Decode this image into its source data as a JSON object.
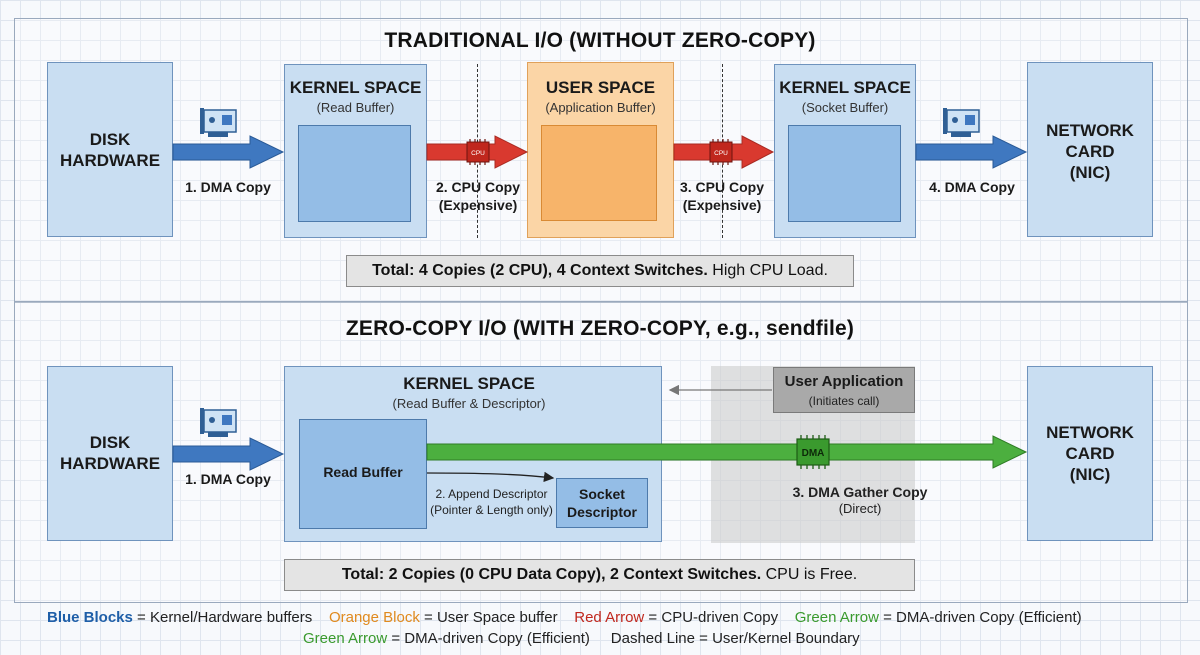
{
  "colors": {
    "kernel_blue": "#c9def2",
    "inner_blue": "#94bde6",
    "user_orange": "#fbd5a6",
    "cpu_red": "#d9392f",
    "dma_blue": "#3f78c0",
    "dma_green": "#4caf3f",
    "legend_blue": "#1f5fa8",
    "legend_orange": "#e08a1e",
    "legend_red": "#c0271d",
    "legend_green": "#3a9a2e"
  },
  "traditional": {
    "title": "TRADITIONAL I/O (WITHOUT ZERO-COPY)",
    "disk": {
      "line1": "DISK",
      "line2": "HARDWARE"
    },
    "kernel_read": {
      "title": "KERNEL SPACE",
      "sub": "(Read Buffer)"
    },
    "user": {
      "title": "USER SPACE",
      "sub": "(Application Buffer)"
    },
    "kernel_socket": {
      "title": "KERNEL SPACE",
      "sub": "(Socket Buffer)"
    },
    "nic": {
      "line1": "NETWORK",
      "line2": "CARD",
      "line3": "(NIC)"
    },
    "step1": "1. DMA Copy",
    "step2": {
      "line1": "2. CPU Copy",
      "line2": "(Expensive)"
    },
    "step3": {
      "line1": "3. CPU Copy",
      "line2": "(Expensive)"
    },
    "step4": "4. DMA Copy",
    "chip_label": "CPU",
    "total_bold": "Total: 4 Copies (2 CPU), 4 Context Switches.",
    "total_rest": " High CPU Load."
  },
  "zerocopy": {
    "title": "ZERO-COPY I/O (WITH ZERO-COPY, e.g., sendfile)",
    "disk": {
      "line1": "DISK",
      "line2": "HARDWARE"
    },
    "kernel": {
      "title": "KERNEL SPACE",
      "sub": "(Read Buffer & Descriptor)"
    },
    "read_buffer": "Read Buffer",
    "socket_desc": {
      "line1": "Socket",
      "line2": "Descriptor"
    },
    "append": {
      "line1": "2. Append Descriptor",
      "line2": "(Pointer & Length only)"
    },
    "user_app": {
      "title": "User Application",
      "sub": "(Initiates call)"
    },
    "nic": {
      "line1": "NETWORK",
      "line2": "CARD",
      "line3": "(NIC)"
    },
    "step1": "1. DMA Copy",
    "step3": {
      "line1": "3. DMA Gather Copy",
      "line2": "(Direct)"
    },
    "chip_label": "DMA",
    "total_bold": "Total: 2 Copies (0 CPU Data Copy), 2 Context Switches.",
    "total_rest": " CPU is Free."
  },
  "legend": {
    "line1": [
      {
        "key": "Blue Blocks",
        "text": " = Kernel/Hardware buffers"
      },
      {
        "key": "Orange Block",
        "text": " = User Space buffer"
      },
      {
        "key": "Red Arrow",
        "text": " = CPU-driven Copy"
      },
      {
        "key": "Green Arrow",
        "text": " = DMA-driven Copy (Efficient)"
      }
    ],
    "line2": [
      {
        "key": "Green Arrow",
        "text": " = DMA-driven Copy (Efficient)"
      },
      {
        "key": "Dashed Line",
        "text": " = User/Kernel Boundary"
      }
    ]
  }
}
